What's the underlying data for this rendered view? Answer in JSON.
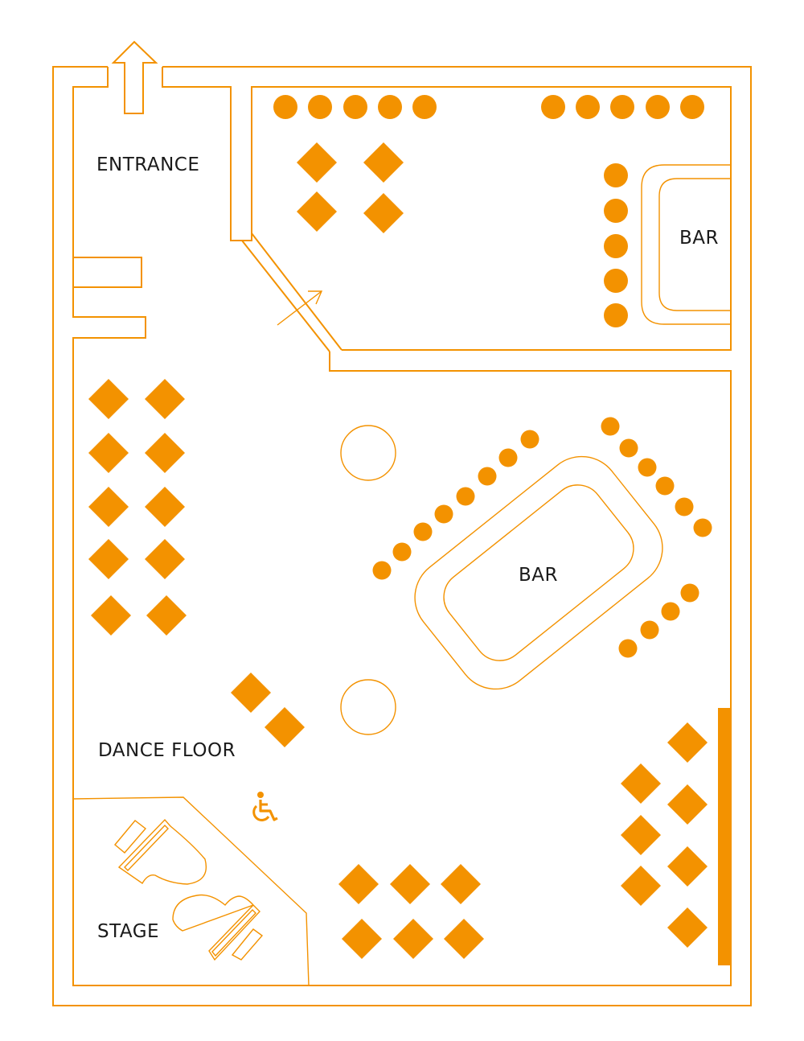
{
  "plan": {
    "labels": {
      "entrance": "ENTRANCE",
      "bar_lounge": "BAR",
      "bar_main": "BAR",
      "dance_floor": "DANCE FLOOR",
      "stage": "STAGE"
    },
    "icons": [
      "exit-arrow-icon",
      "door-arrow-icon",
      "wheelchair-accessible-icon",
      "piano-icon"
    ],
    "accent_color": "#F39200"
  }
}
